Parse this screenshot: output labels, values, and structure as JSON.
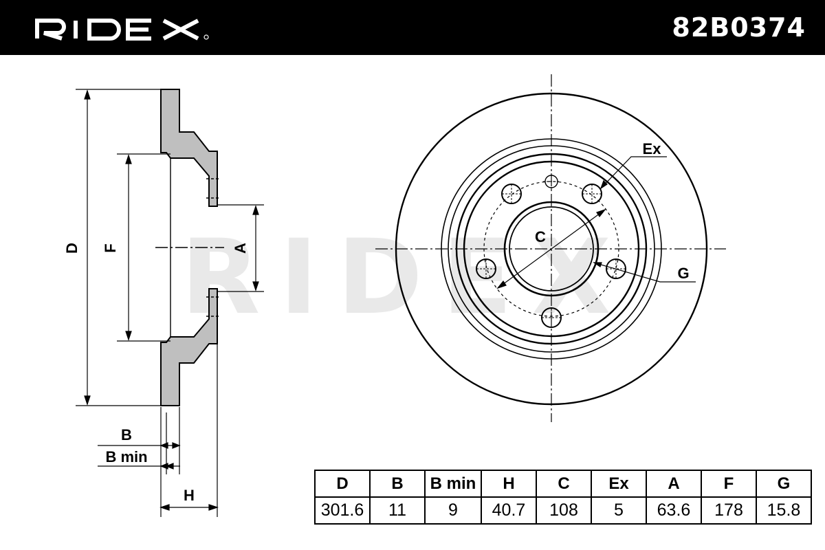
{
  "header": {
    "brand": "RIDEX",
    "part_number": "82B0374"
  },
  "watermark": {
    "text": "RIDEX"
  },
  "labels": {
    "D": "D",
    "F": "F",
    "A": "A",
    "B": "B",
    "B_min": "B min",
    "H": "H",
    "C": "C",
    "Ex": "Ex",
    "G": "G"
  },
  "table": {
    "headers": [
      "D",
      "B",
      "B min",
      "H",
      "C",
      "Ex",
      "A",
      "F",
      "G"
    ],
    "values": [
      "301.6",
      "11",
      "9",
      "40.7",
      "108",
      "5",
      "63.6",
      "178",
      "15.8"
    ]
  },
  "colors": {
    "header_bg": "#000000",
    "header_text": "#ffffff",
    "line": "#000000",
    "disc_section_fill": "#bfbfbf",
    "watermark": "#e6e6e6"
  }
}
